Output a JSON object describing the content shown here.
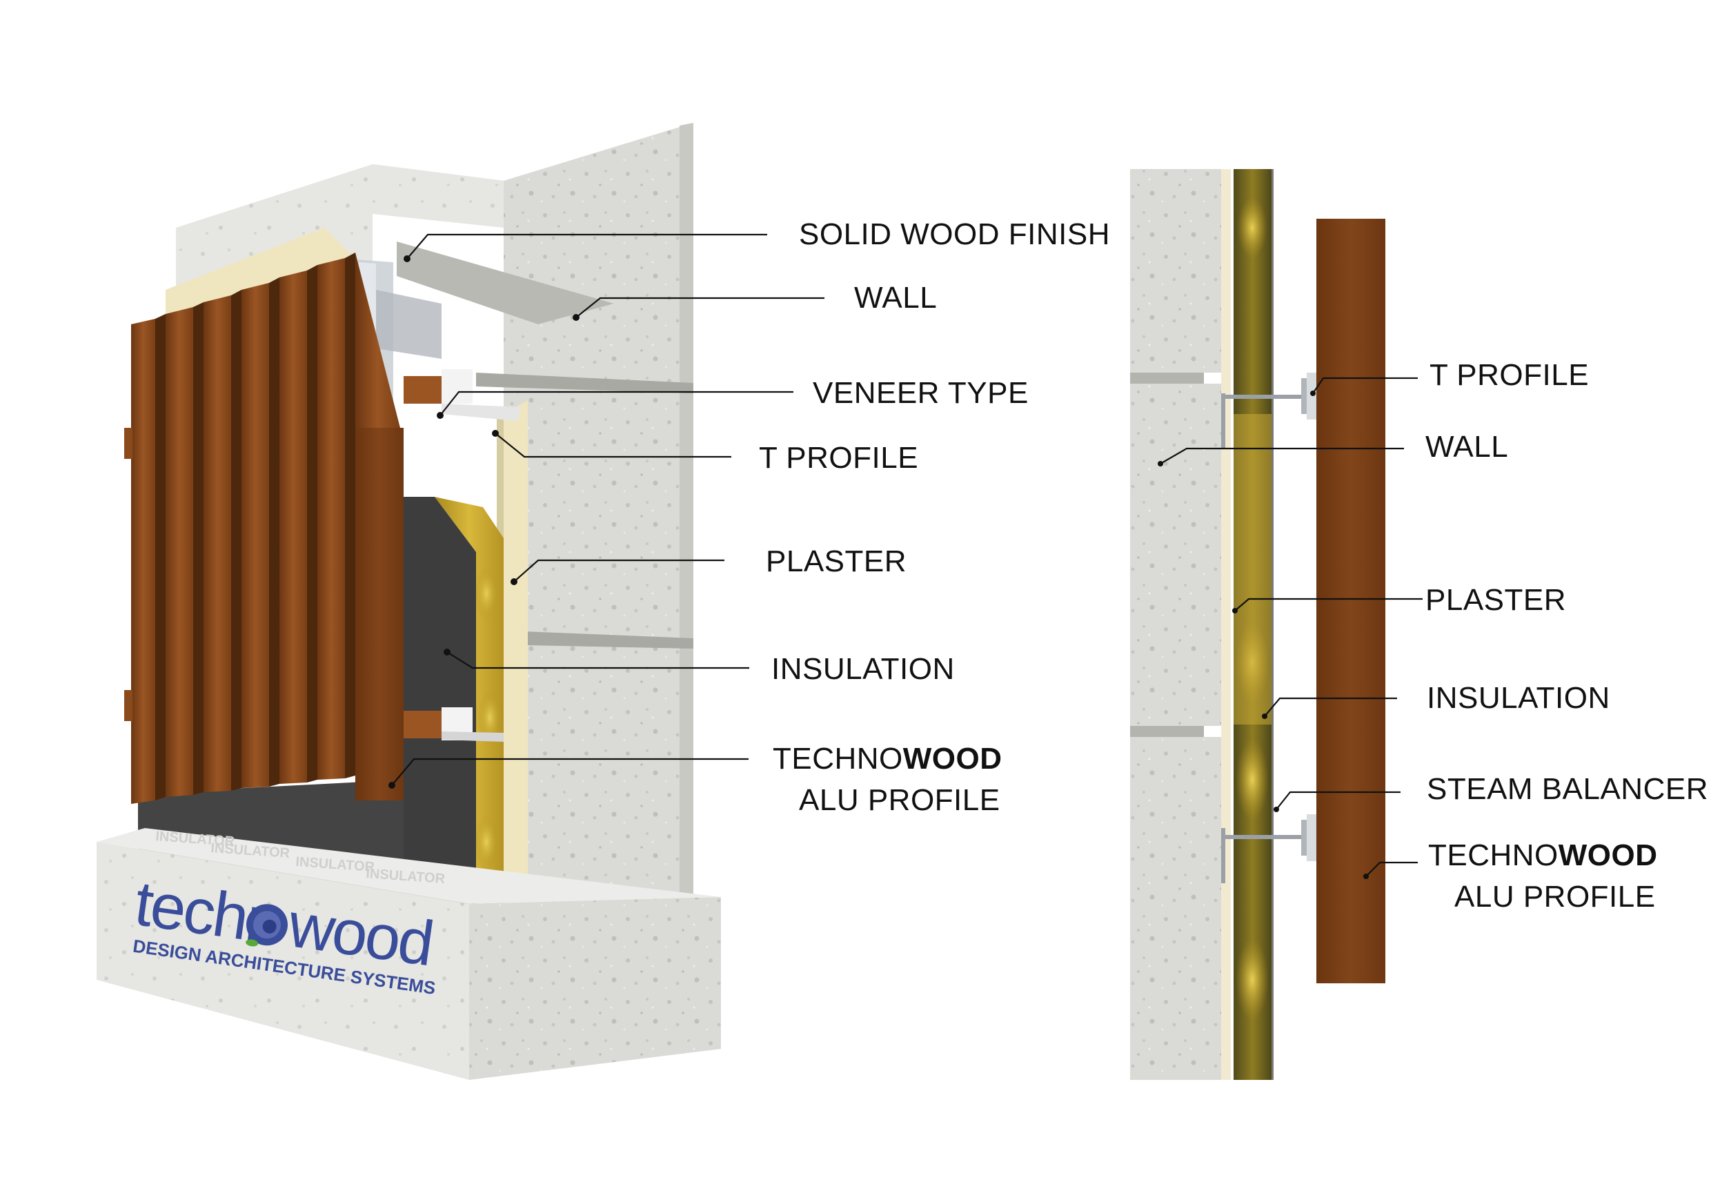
{
  "diagram": {
    "left_labels": {
      "solid_wood_finish": "SOLID WOOD FINISH",
      "wall": "WALL",
      "veneer_type": "VENEER TYPE",
      "t_profile": "T PROFILE",
      "plaster": "PLASTER",
      "insulation": "INSULATION",
      "technowood_prefix": "TECHNO",
      "technowood_bold": "WOOD",
      "alu_profile": "ALU PROFILE"
    },
    "right_labels": {
      "t_profile": "T PROFILE",
      "wall": "WALL",
      "plaster": "PLASTER",
      "insulation": "INSULATION",
      "steam_balancer": "STEAM BALANCER",
      "technowood_prefix": "TECHNO",
      "technowood_bold": "WOOD",
      "alu_profile": "ALU PROFILE"
    },
    "insulator_marks": [
      "INSULATOR",
      "INSULATOR",
      "INSULATOR",
      "INSULATOR"
    ],
    "logo": {
      "brand_start": "techn",
      "brand_end": "wood",
      "tagline": "DESIGN ARCHITECTURE SYSTEMS"
    }
  },
  "colors": {
    "wood": "#8a4a1c",
    "wood_dark": "#5e2f0f",
    "concrete": "#d8d8d4",
    "insulation": "#c9a52c",
    "membrane": "#3a3a3a",
    "plaster": "#efe4bd",
    "logo_blue": "#3a4d9a"
  }
}
